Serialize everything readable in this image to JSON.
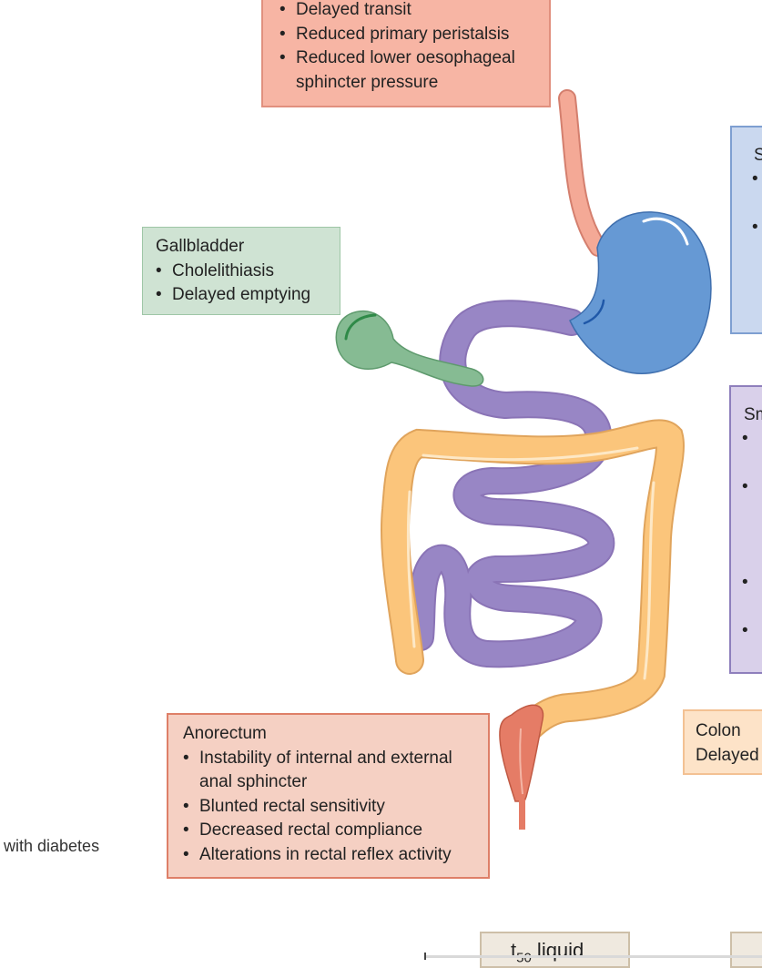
{
  "oesophagus": {
    "items": [
      "Delayed transit",
      "Reduced primary peristalsis",
      "Reduced lower oesophageal sphincter pressure"
    ]
  },
  "gallbladder": {
    "title": "Gallbladder",
    "items": [
      "Cholelithiasis",
      "Delayed emptying"
    ]
  },
  "stomach": {
    "title": "S"
  },
  "small_intestine": {
    "title": "Sm"
  },
  "colon": {
    "title": "Colon",
    "line2": "Delayed"
  },
  "anorectum": {
    "title": "Anorectum",
    "items": [
      "Instability of internal and external anal sphincter",
      "Blunted rectal sensitivity",
      "Decreased rectal compliance",
      "Alterations in rectal reflex activity"
    ]
  },
  "side_text": "with diabetes",
  "t50": {
    "main": "t",
    "sub": "50",
    "suffix": " liquid"
  },
  "colors": {
    "oesophagus": "#f4a996",
    "stomach": "#6699d4",
    "gallbladder": "#86bb93",
    "small_intestine": "#9886c5",
    "colon": "#fbc57b",
    "rectum": "#e57c66"
  }
}
